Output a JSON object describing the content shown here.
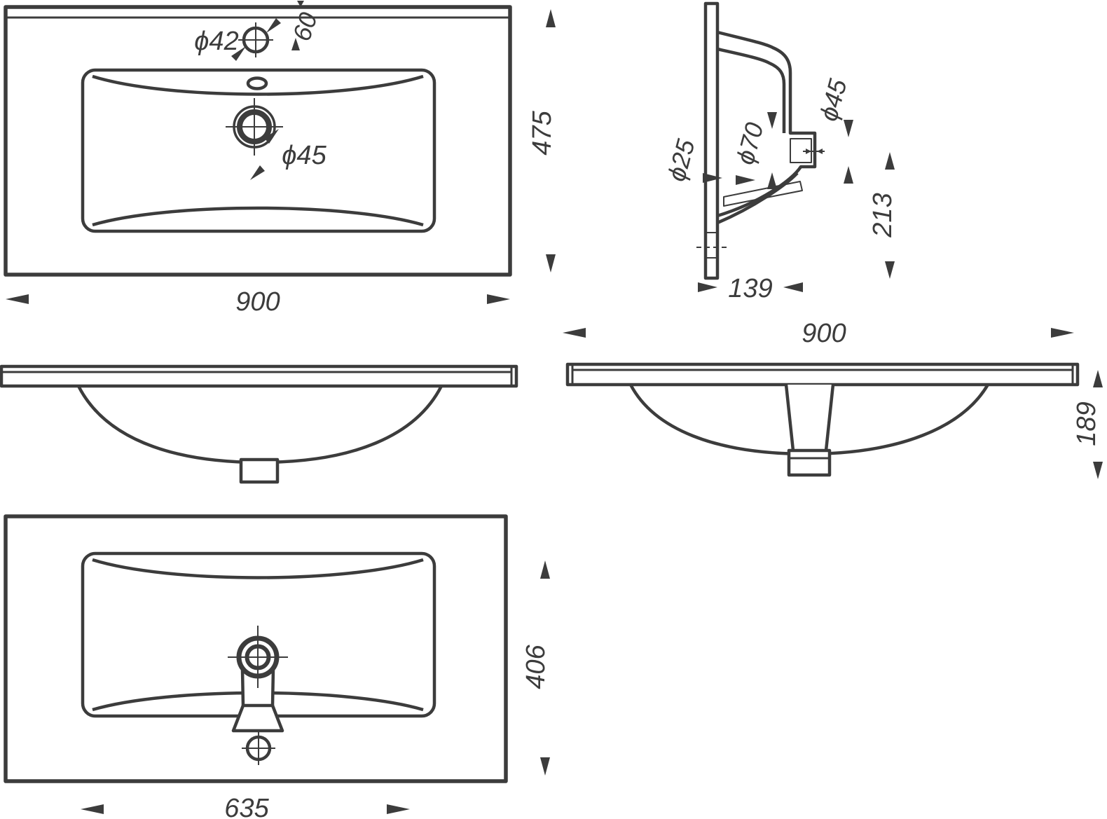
{
  "document": {
    "type": "technical drawing",
    "subject": "ceramic vanity basin - dimensioned orthographic views",
    "background": "#ffffff",
    "line_color": "#3c3c3c"
  },
  "views": {
    "plan": {
      "faucet_hole_label": "ϕ42",
      "faucet_offset": "60",
      "drain_label": "ϕ45",
      "width": "900",
      "depth": "475"
    },
    "section": {
      "overflow_label": "ϕ25",
      "drain_inner_label": "ϕ70",
      "drain_outer_label": "ϕ45",
      "drain_height": "213",
      "ledge_depth": "139"
    },
    "front": {
      "width": "900",
      "bowl_depth": "189"
    },
    "bottom": {
      "bowl_depth": "406",
      "bowl_width": "635"
    }
  }
}
